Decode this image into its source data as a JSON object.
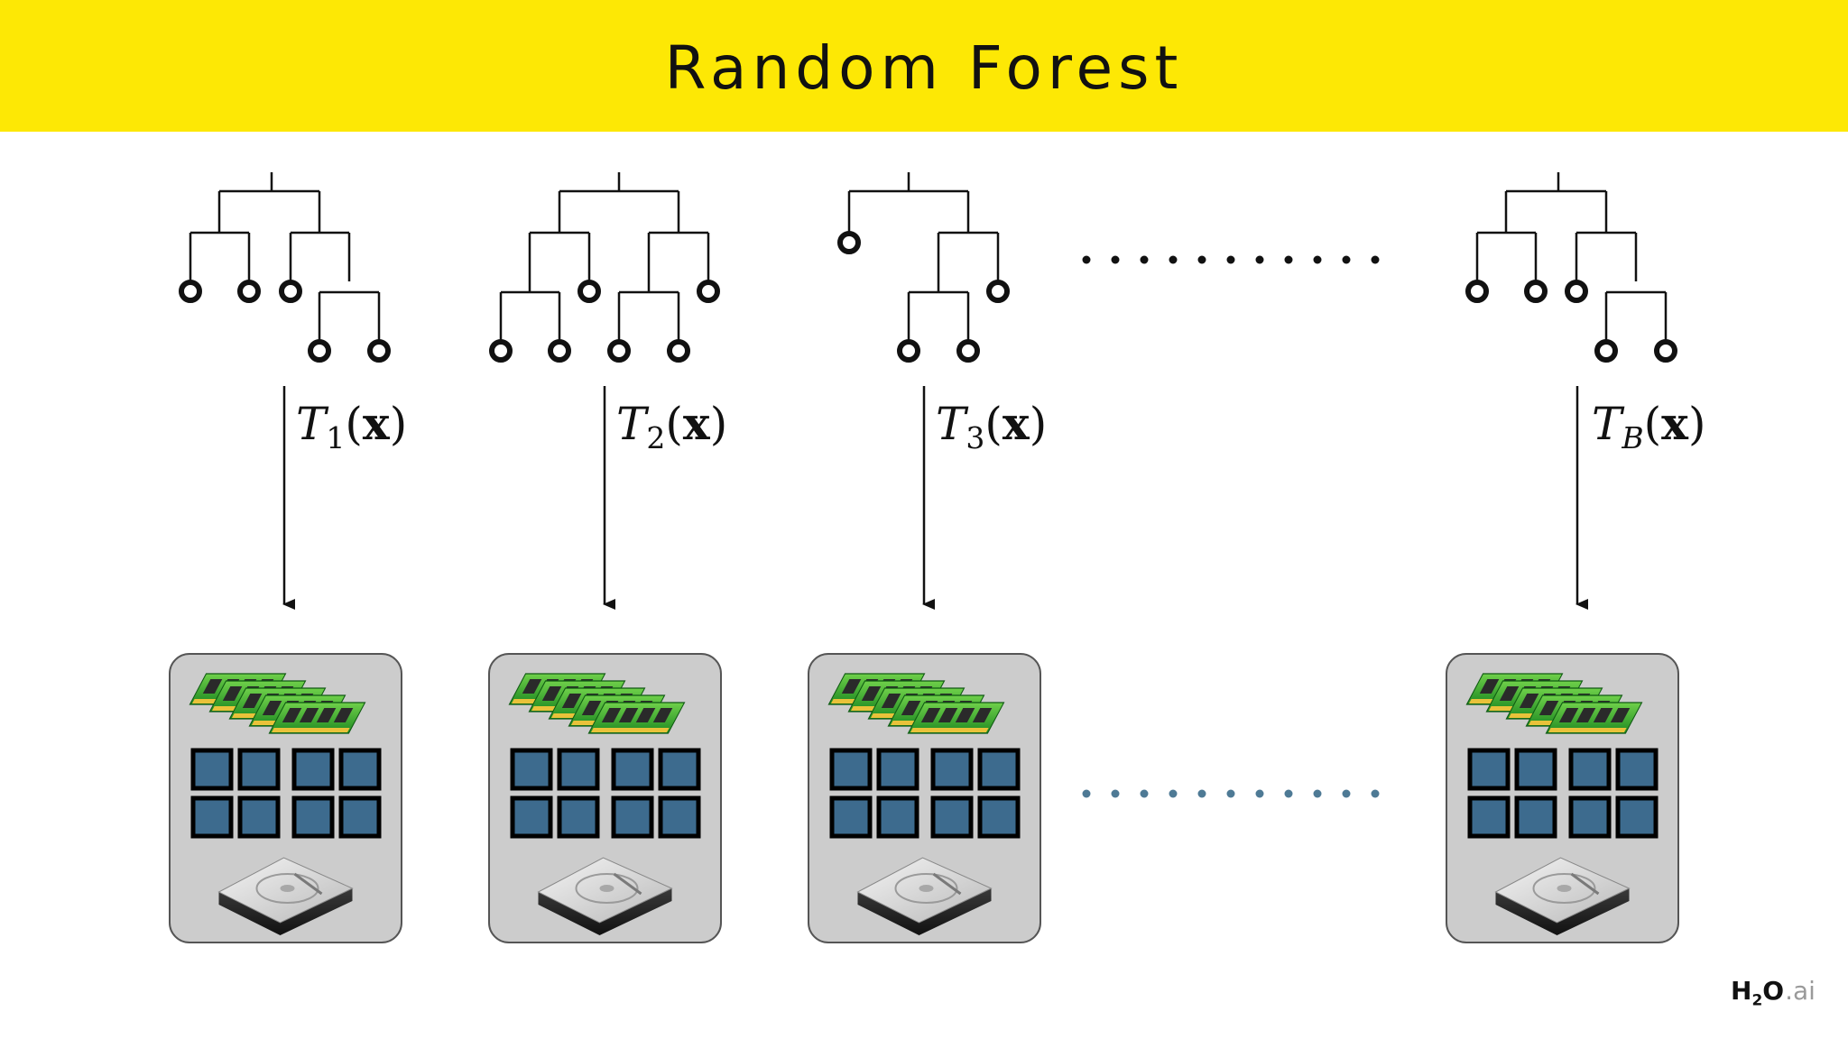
{
  "title": "Random Forest",
  "colors": {
    "title_bar": "#fde805",
    "node_box_fill": "#cccccc",
    "node_box_stroke": "#555555",
    "cpu_core": "#3d6b8e",
    "bottom_ellipsis": "#4e7a95",
    "line": "#111111"
  },
  "trees": [
    {
      "name": "T",
      "sub": "1",
      "arg": "x"
    },
    {
      "name": "T",
      "sub": "2",
      "arg": "x"
    },
    {
      "name": "T",
      "sub": "3",
      "arg": "x"
    },
    {
      "name": "T",
      "sub": "B",
      "arg": "x"
    }
  ],
  "compute_nodes": [
    {
      "icons": [
        "memory-icon",
        "cpu-cores-icon",
        "hard-drive-icon"
      ]
    },
    {
      "icons": [
        "memory-icon",
        "cpu-cores-icon",
        "hard-drive-icon"
      ]
    },
    {
      "icons": [
        "memory-icon",
        "cpu-cores-icon",
        "hard-drive-icon"
      ]
    },
    {
      "icons": [
        "memory-icon",
        "cpu-cores-icon",
        "hard-drive-icon"
      ]
    }
  ],
  "logo": {
    "main": "H",
    "sub": "2",
    "main2": "O",
    "suffix": ".ai"
  }
}
